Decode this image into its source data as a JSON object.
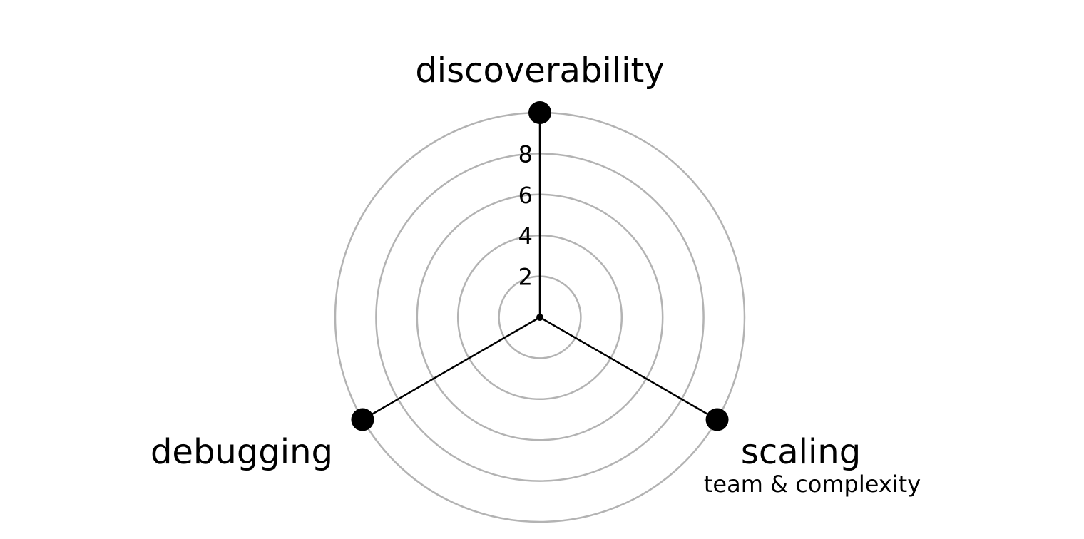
{
  "chart_data": {
    "type": "radar",
    "title": "",
    "axes": [
      {
        "name": "discoverability",
        "subtitle": "",
        "value": 10
      },
      {
        "name": "scaling",
        "subtitle": "team & complexity",
        "value": 10
      },
      {
        "name": "debugging",
        "subtitle": "",
        "value": 10
      }
    ],
    "rings": [
      2,
      4,
      6,
      8,
      10
    ],
    "tick_labels": [
      "2",
      "4",
      "6",
      "8"
    ],
    "range": [
      0,
      10
    ],
    "colors": {
      "ring": "#b3b3b3",
      "axis": "#000000",
      "point": "#000000"
    }
  }
}
